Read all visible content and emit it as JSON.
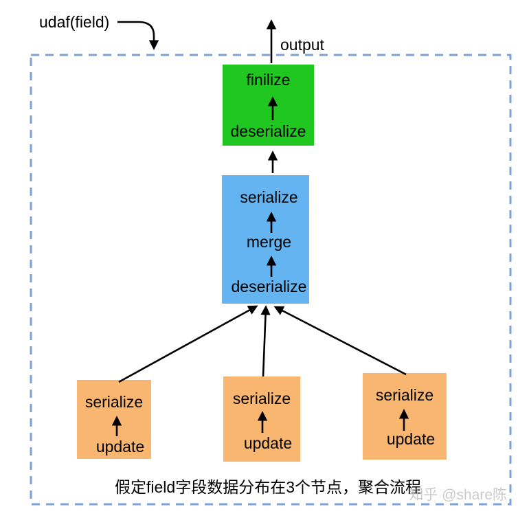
{
  "annotations": {
    "udaf_label": "udaf(field)",
    "output_label": "output"
  },
  "nodes": {
    "final": {
      "top_label": "finilize",
      "bottom_label": "deserialize"
    },
    "merge": {
      "top_label": "serialize",
      "middle_label": "merge",
      "bottom_label": "deserialize"
    },
    "workers": [
      {
        "top_label": "serialize",
        "bottom_label": "update"
      },
      {
        "top_label": "serialize",
        "bottom_label": "update"
      },
      {
        "top_label": "serialize",
        "bottom_label": "update"
      }
    ]
  },
  "caption": "假定field字段数据分布在3个节点，聚合流程",
  "watermark": "知乎 @share陈",
  "colors": {
    "final_node": "#20c720",
    "merge_node": "#63b4f1",
    "worker_node": "#f9b671",
    "boundary": "#7ca1d4",
    "arrow": "#000000",
    "watermark": "#bfbfbf"
  }
}
